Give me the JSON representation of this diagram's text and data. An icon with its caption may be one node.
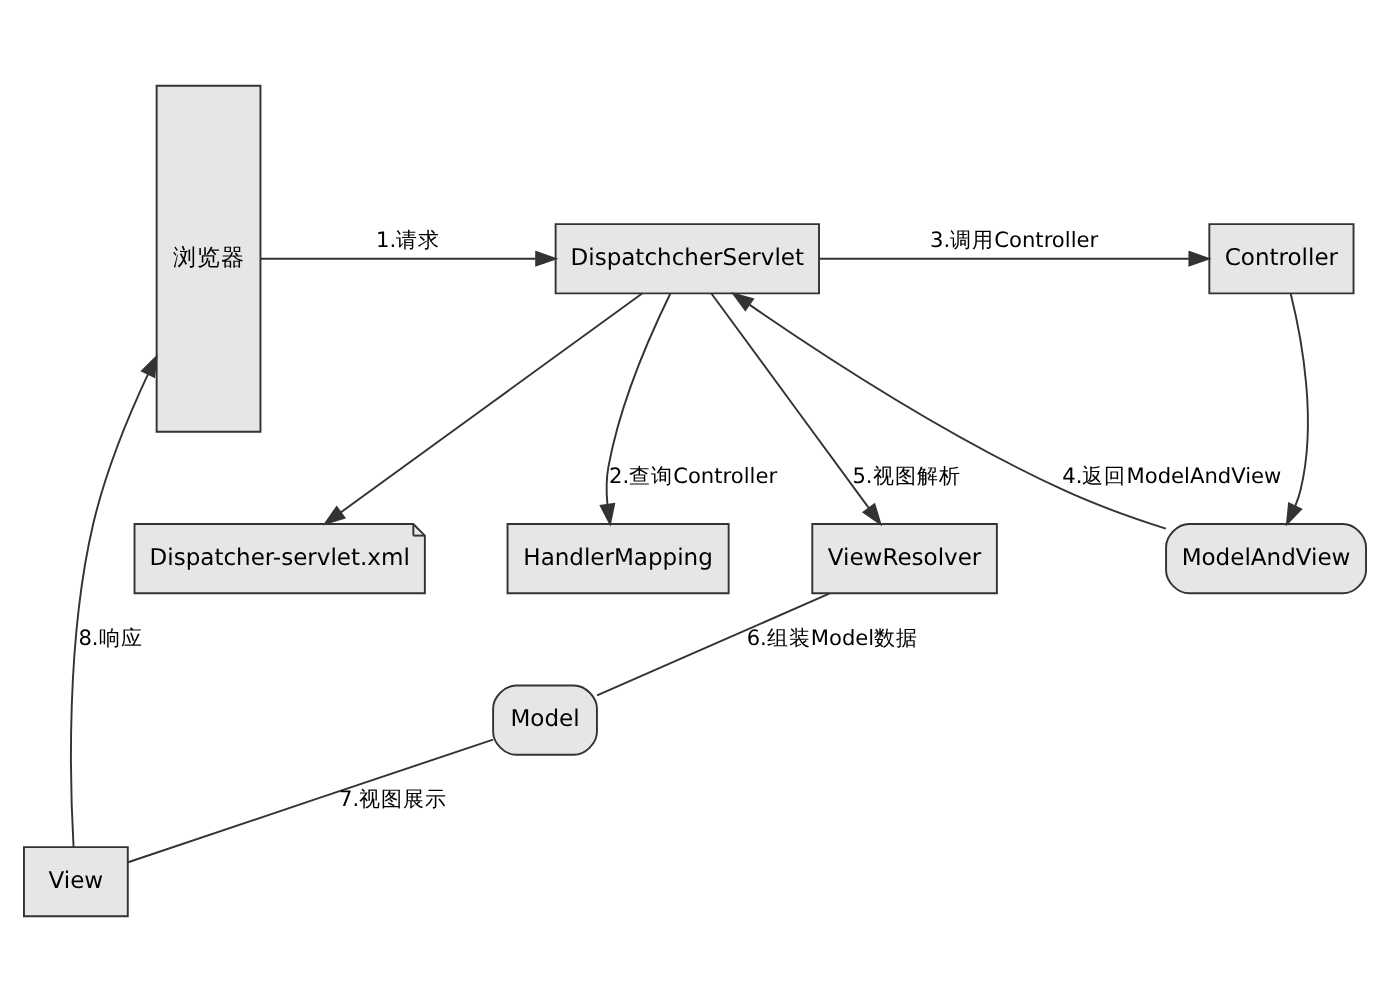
{
  "diagram": {
    "nodes": [
      {
        "text": [
          "浏览器"
        ]
      },
      {
        "text": [
          "Dispatcher-servlet.xml"
        ]
      },
      {
        "text": [
          "HandlerMapping"
        ]
      },
      {
        "text": [
          "DispatchcherServlet"
        ]
      },
      {
        "text": [
          "Controller"
        ]
      },
      {
        "text": [
          "ModelAndView"
        ]
      },
      {
        "text": [
          "ViewResolver"
        ]
      },
      {
        "text": [
          "Model"
        ]
      },
      {
        "text": [
          "View"
        ]
      }
    ],
    "edges": [
      {
        "from": 0,
        "to": 3,
        "arrow": "to",
        "label": "1.请求"
      },
      {
        "from": 3,
        "to": 1,
        "arrow": "to"
      },
      {
        "from": 3,
        "to": 2,
        "arrow": "to",
        "label": "2.查询Controller"
      },
      {
        "from": 3,
        "to": 4,
        "arrow": "to",
        "label": "3.调用Controller"
      },
      {
        "from": 4,
        "to": 5,
        "arrow": "to"
      },
      {
        "from": 5,
        "to": 3,
        "arrow": "to",
        "label": "4.返回ModelAndView"
      },
      {
        "from": 3,
        "to": 6,
        "arrow": "to",
        "label": "5.视图解析"
      },
      {
        "from": 6,
        "to": 7,
        "arrow": "none",
        "label": "6.组装Model数据"
      },
      {
        "from": 7,
        "to": 8,
        "arrow": "none",
        "label": "7.视图展示"
      },
      {
        "from": 8,
        "to": 0,
        "arrow": "to",
        "label": "8.响应"
      }
    ]
  }
}
